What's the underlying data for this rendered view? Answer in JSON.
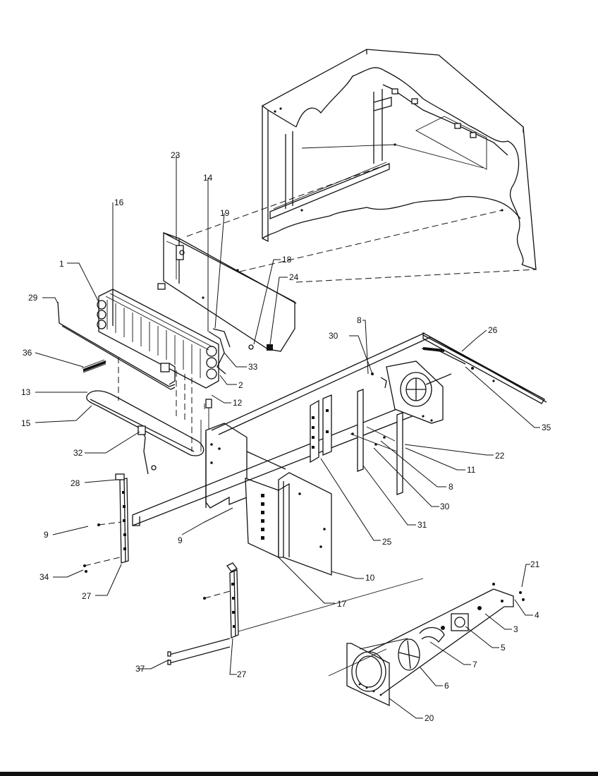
{
  "diagram": {
    "callouts": [
      "1",
      "2",
      "3",
      "4",
      "5",
      "6",
      "7",
      "8",
      "8",
      "9",
      "9",
      "10",
      "11",
      "12",
      "13",
      "14",
      "15",
      "16",
      "17",
      "18",
      "19",
      "20",
      "21",
      "22",
      "23",
      "24",
      "25",
      "26",
      "27",
      "27",
      "28",
      "29",
      "30",
      "30",
      "31",
      "32",
      "33",
      "34",
      "35",
      "36",
      "37"
    ]
  }
}
